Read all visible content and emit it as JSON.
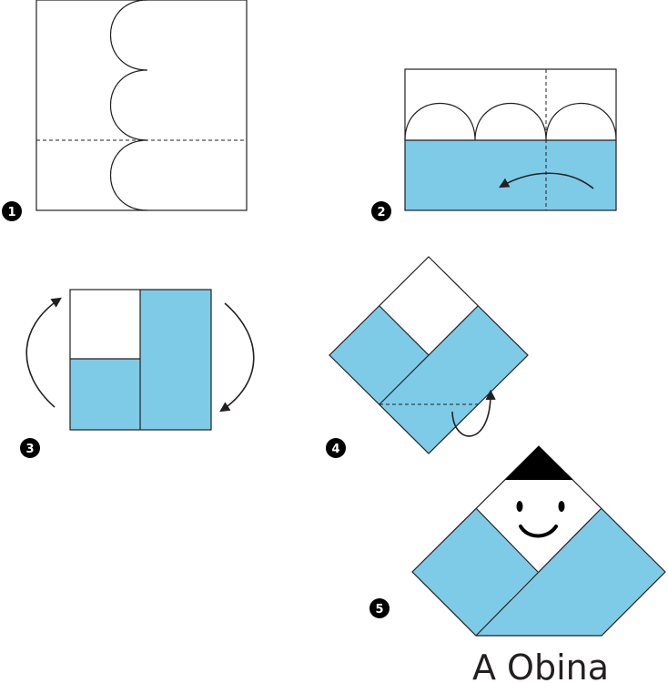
{
  "title": "A Obina",
  "steps": [
    {
      "label": "1"
    },
    {
      "label": "2"
    },
    {
      "label": "3"
    },
    {
      "label": "4"
    },
    {
      "label": "5"
    }
  ],
  "colors": {
    "paper_blue": "#7ecbe8",
    "outline": "#231f20",
    "hat": "#000000",
    "background": "#ffffff"
  }
}
